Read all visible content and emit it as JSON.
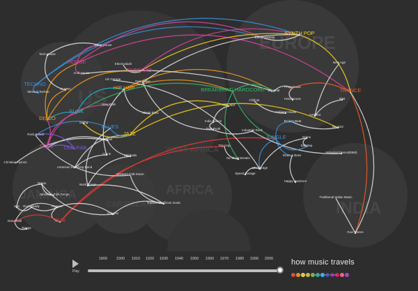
{
  "timeline": {
    "play_label": "Play",
    "years": [
      "1800",
      "1900",
      "1910",
      "1920",
      "1930",
      "1940",
      "1950",
      "1960",
      "1970",
      "1980",
      "1990",
      "2000"
    ],
    "position": 1.0
  },
  "brand": {
    "title": "how music travels",
    "subtitle": "the evolution of western dance music",
    "dot_colors": [
      "#e53935",
      "#fb8c00",
      "#fdd835",
      "#c0ca33",
      "#7cb342",
      "#26a69a",
      "#29b6f6",
      "#3949ab",
      "#8e24aa",
      "#d81b60",
      "#f06292",
      "#ab47bc"
    ]
  },
  "colors": {
    "background": "#2d2d2d",
    "edge_default": "#e0e0e0"
  },
  "regions": [
    {
      "key": "europe",
      "label": "EUROPE"
    },
    {
      "key": "us",
      "label": "US"
    },
    {
      "key": "africa",
      "label": "AFRICA"
    },
    {
      "key": "india",
      "label": "INDIA"
    },
    {
      "key": "caribbean",
      "label": "CARIBBEAN"
    },
    {
      "key": "west",
      "label": "WEST AFRICA"
    },
    {
      "key": "jamaica",
      "label": "JAMAICA"
    }
  ],
  "genres": [
    {
      "key": "synthpop",
      "label": "SYNTH POP",
      "color": "#f2d21b"
    },
    {
      "key": "house",
      "label": "HOUSE",
      "color": "#d7459a"
    },
    {
      "key": "electro",
      "label": "ELECTRO",
      "color": "#d7459a"
    },
    {
      "key": "techno",
      "label": "TECHNO",
      "color": "#3a8fd6"
    },
    {
      "key": "hiphop",
      "label": "HIP HOP",
      "color": "#f39a1b"
    },
    {
      "key": "breakbeat",
      "label": "BREAKBEAT/ HARDCORE",
      "color": "#34b46a"
    },
    {
      "key": "trance",
      "label": "TRANCE",
      "color": "#f15a24"
    },
    {
      "key": "funk",
      "label": "FUNK",
      "color": "#1fb6c9"
    },
    {
      "key": "disco",
      "label": "DISCO",
      "color": "#f39a1b"
    },
    {
      "key": "blues",
      "label": "BLUES",
      "color": "#3a8fd6"
    },
    {
      "key": "jazz",
      "label": "JAZZ",
      "color": "#f2d21b"
    },
    {
      "key": "soul",
      "label": "SOUL",
      "color": "#d7459a"
    },
    {
      "key": "oldrnb",
      "label": "OLD R&B",
      "color": "#7a5bd6"
    },
    {
      "key": "jungle",
      "label": "JUNGLE",
      "color": "#3a8fd6"
    },
    {
      "key": "dub",
      "label": "DUB",
      "color": "#e53935"
    }
  ],
  "nodes": [
    {
      "key": "deephouse",
      "label": "Deep House"
    },
    {
      "key": "techhouse",
      "label": "Tech House"
    },
    {
      "key": "electroclash",
      "label": "Electroclash"
    },
    {
      "key": "usgarage",
      "label": "US Garage"
    },
    {
      "key": "newwave",
      "label": "New Wave"
    },
    {
      "key": "acidhouse",
      "label": "Acid House"
    },
    {
      "key": "hinrg",
      "label": "Hi NRG"
    },
    {
      "key": "minimaltechno",
      "label": "Minimal Techno"
    },
    {
      "key": "newrnb",
      "label": "New R&B"
    },
    {
      "key": "miamibass",
      "label": "Miami Bass"
    },
    {
      "key": "electrohouse",
      "label": "Electro House"
    },
    {
      "key": "bigbeat",
      "label": "Big Beat"
    },
    {
      "key": "proghouse",
      "label": "Prog House"
    },
    {
      "key": "hardhouse",
      "label": "Hard House"
    },
    {
      "key": "newage",
      "label": "New Age"
    },
    {
      "key": "chillout",
      "label": "Chillout"
    },
    {
      "key": "acidjazz",
      "label": "Acid Jazz"
    },
    {
      "key": "ambienthouse",
      "label": "Ambient House"
    },
    {
      "key": "ambient",
      "label": "Ambient"
    },
    {
      "key": "idm",
      "label": "IDM"
    },
    {
      "key": "indiedance",
      "label": "Indie Dance"
    },
    {
      "key": "brokenbeat",
      "label": "Broken Beat"
    },
    {
      "key": "nujazz",
      "label": "Nu Jazz"
    },
    {
      "key": "postpunk",
      "label": "Post Punk"
    },
    {
      "key": "industrialrock",
      "label": "Industrial Rock"
    },
    {
      "key": "grime",
      "label": "Grime"
    },
    {
      "key": "dubstep",
      "label": "Dubstep"
    },
    {
      "key": "industrialdance",
      "label": "Industrial Dance(EBM)"
    },
    {
      "key": "drumbass",
      "label": "Drum & Bass"
    },
    {
      "key": "triphop",
      "label": "Trip Hop"
    },
    {
      "key": "nuskool",
      "label": "Nu Skool Breaks"
    },
    {
      "key": "ukgarage",
      "label": "UK Garage"
    },
    {
      "key": "speedgarage",
      "label": "Speed Garage"
    },
    {
      "key": "happyhardcore",
      "label": "Happy Hardcore"
    },
    {
      "key": "swing",
      "label": "Swing"
    },
    {
      "key": "rockroll",
      "label": "Rock & Roll"
    },
    {
      "key": "gospel",
      "label": "Gospel"
    },
    {
      "key": "christian",
      "label": "Christian Hymns"
    },
    {
      "key": "crunk",
      "label": "Crunk"
    },
    {
      "key": "spirituals",
      "label": "Spirituals"
    },
    {
      "key": "marching",
      "label": "American Marching Band"
    },
    {
      "key": "westernfolk",
      "label": "Western Folk Music"
    },
    {
      "key": "worksongs",
      "label": "Work Songs"
    },
    {
      "key": "mento",
      "label": "Mento"
    },
    {
      "key": "jamfolk",
      "label": "Jamaican Folk Songs"
    },
    {
      "key": "ska",
      "label": "Ska"
    },
    {
      "key": "rocksteady",
      "label": "Rocksteady"
    },
    {
      "key": "reggae",
      "label": "Reggae"
    },
    {
      "key": "calypso",
      "label": "Calypso"
    },
    {
      "key": "tradafrican",
      "label": "Traditional African music"
    },
    {
      "key": "dancehall",
      "label": "Dancehall"
    },
    {
      "key": "ragga",
      "label": "Ragga"
    },
    {
      "key": "tradindian",
      "label": "Traditional Indian Music"
    },
    {
      "key": "goatrance",
      "label": "Goa Trance"
    }
  ]
}
